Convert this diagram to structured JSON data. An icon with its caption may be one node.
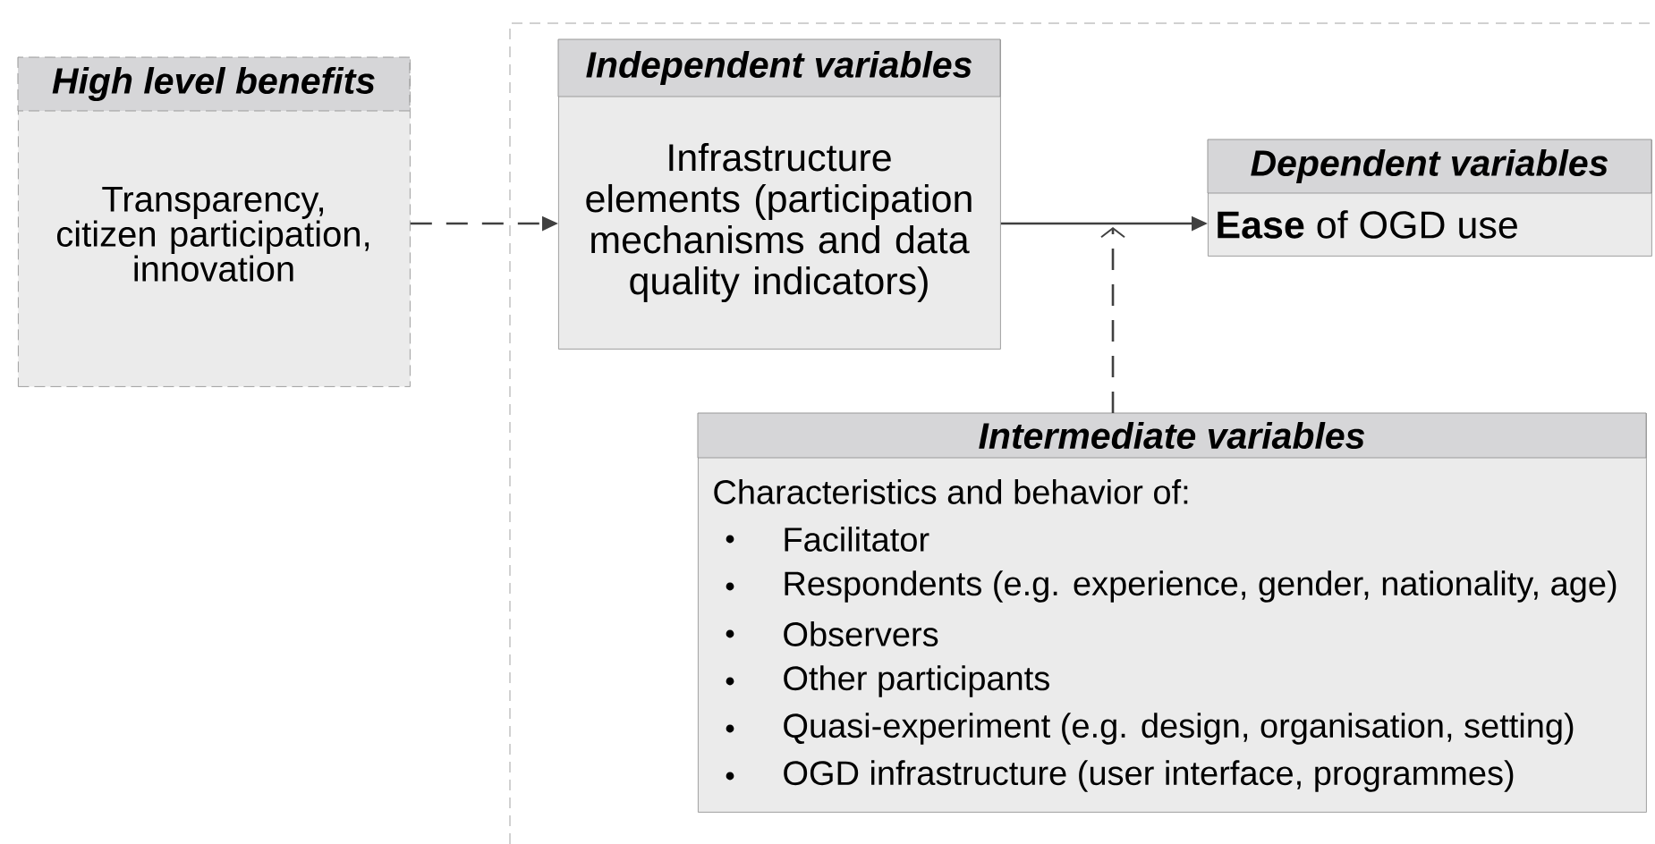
{
  "diagram": {
    "nodes": [
      {
        "text": [
          "High level benefits",
          "Transparency, citizen participation, innovation"
        ]
      },
      {
        "text": [
          "Independent variables",
          "Infrastructure elements (participation mechanisms and data quality indicators)"
        ]
      },
      {
        "text": [
          "Dependent variables",
          "**Ease** of OGD use"
        ]
      },
      {
        "text": [
          "Intermediate variables",
          "Characteristics and behavior of:",
          "Facilitator",
          "Respondents (e.g. experience, gender, nationality, age)",
          "Observers",
          "Other participants",
          "Quasi-experiment (e.g. design, organisation, setting)",
          "OGD infrastructure (user interface, programmes)"
        ]
      }
    ],
    "edges": [
      {
        "from": 0,
        "to": 1,
        "arrow": "to",
        "style": "dashed"
      },
      {
        "from": 1,
        "to": 2,
        "arrow": "to"
      },
      {
        "from": 3,
        "to": null,
        "arrow": "to",
        "style": "dashed"
      }
    ]
  }
}
